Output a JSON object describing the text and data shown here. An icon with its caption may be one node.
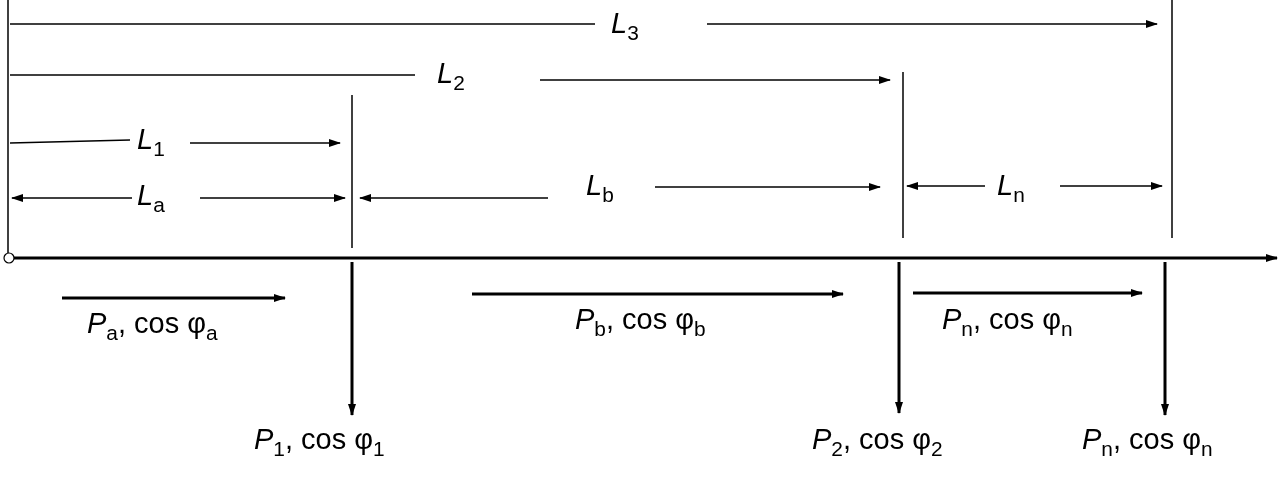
{
  "diagram": {
    "labels": [
      "*L*$_{3}$",
      "*L*$_{2}$",
      "*L*$_{1}$",
      "*L*$_{a}$",
      "*L*$_{b}$",
      "*L*$_{n}$",
      "*P*$_{a}$, cos φ$_{a}$",
      "*P*$_{b}$, cos φ$_{b}$",
      "*P*$_{n}$, cos φ$_{n}$",
      "*P*$_{1}$, cos φ$_{1}$",
      "*P*$_{2}$, cos φ$_{2}$",
      "*P*$_{n}$, cos φ$_{n}$"
    ]
  }
}
